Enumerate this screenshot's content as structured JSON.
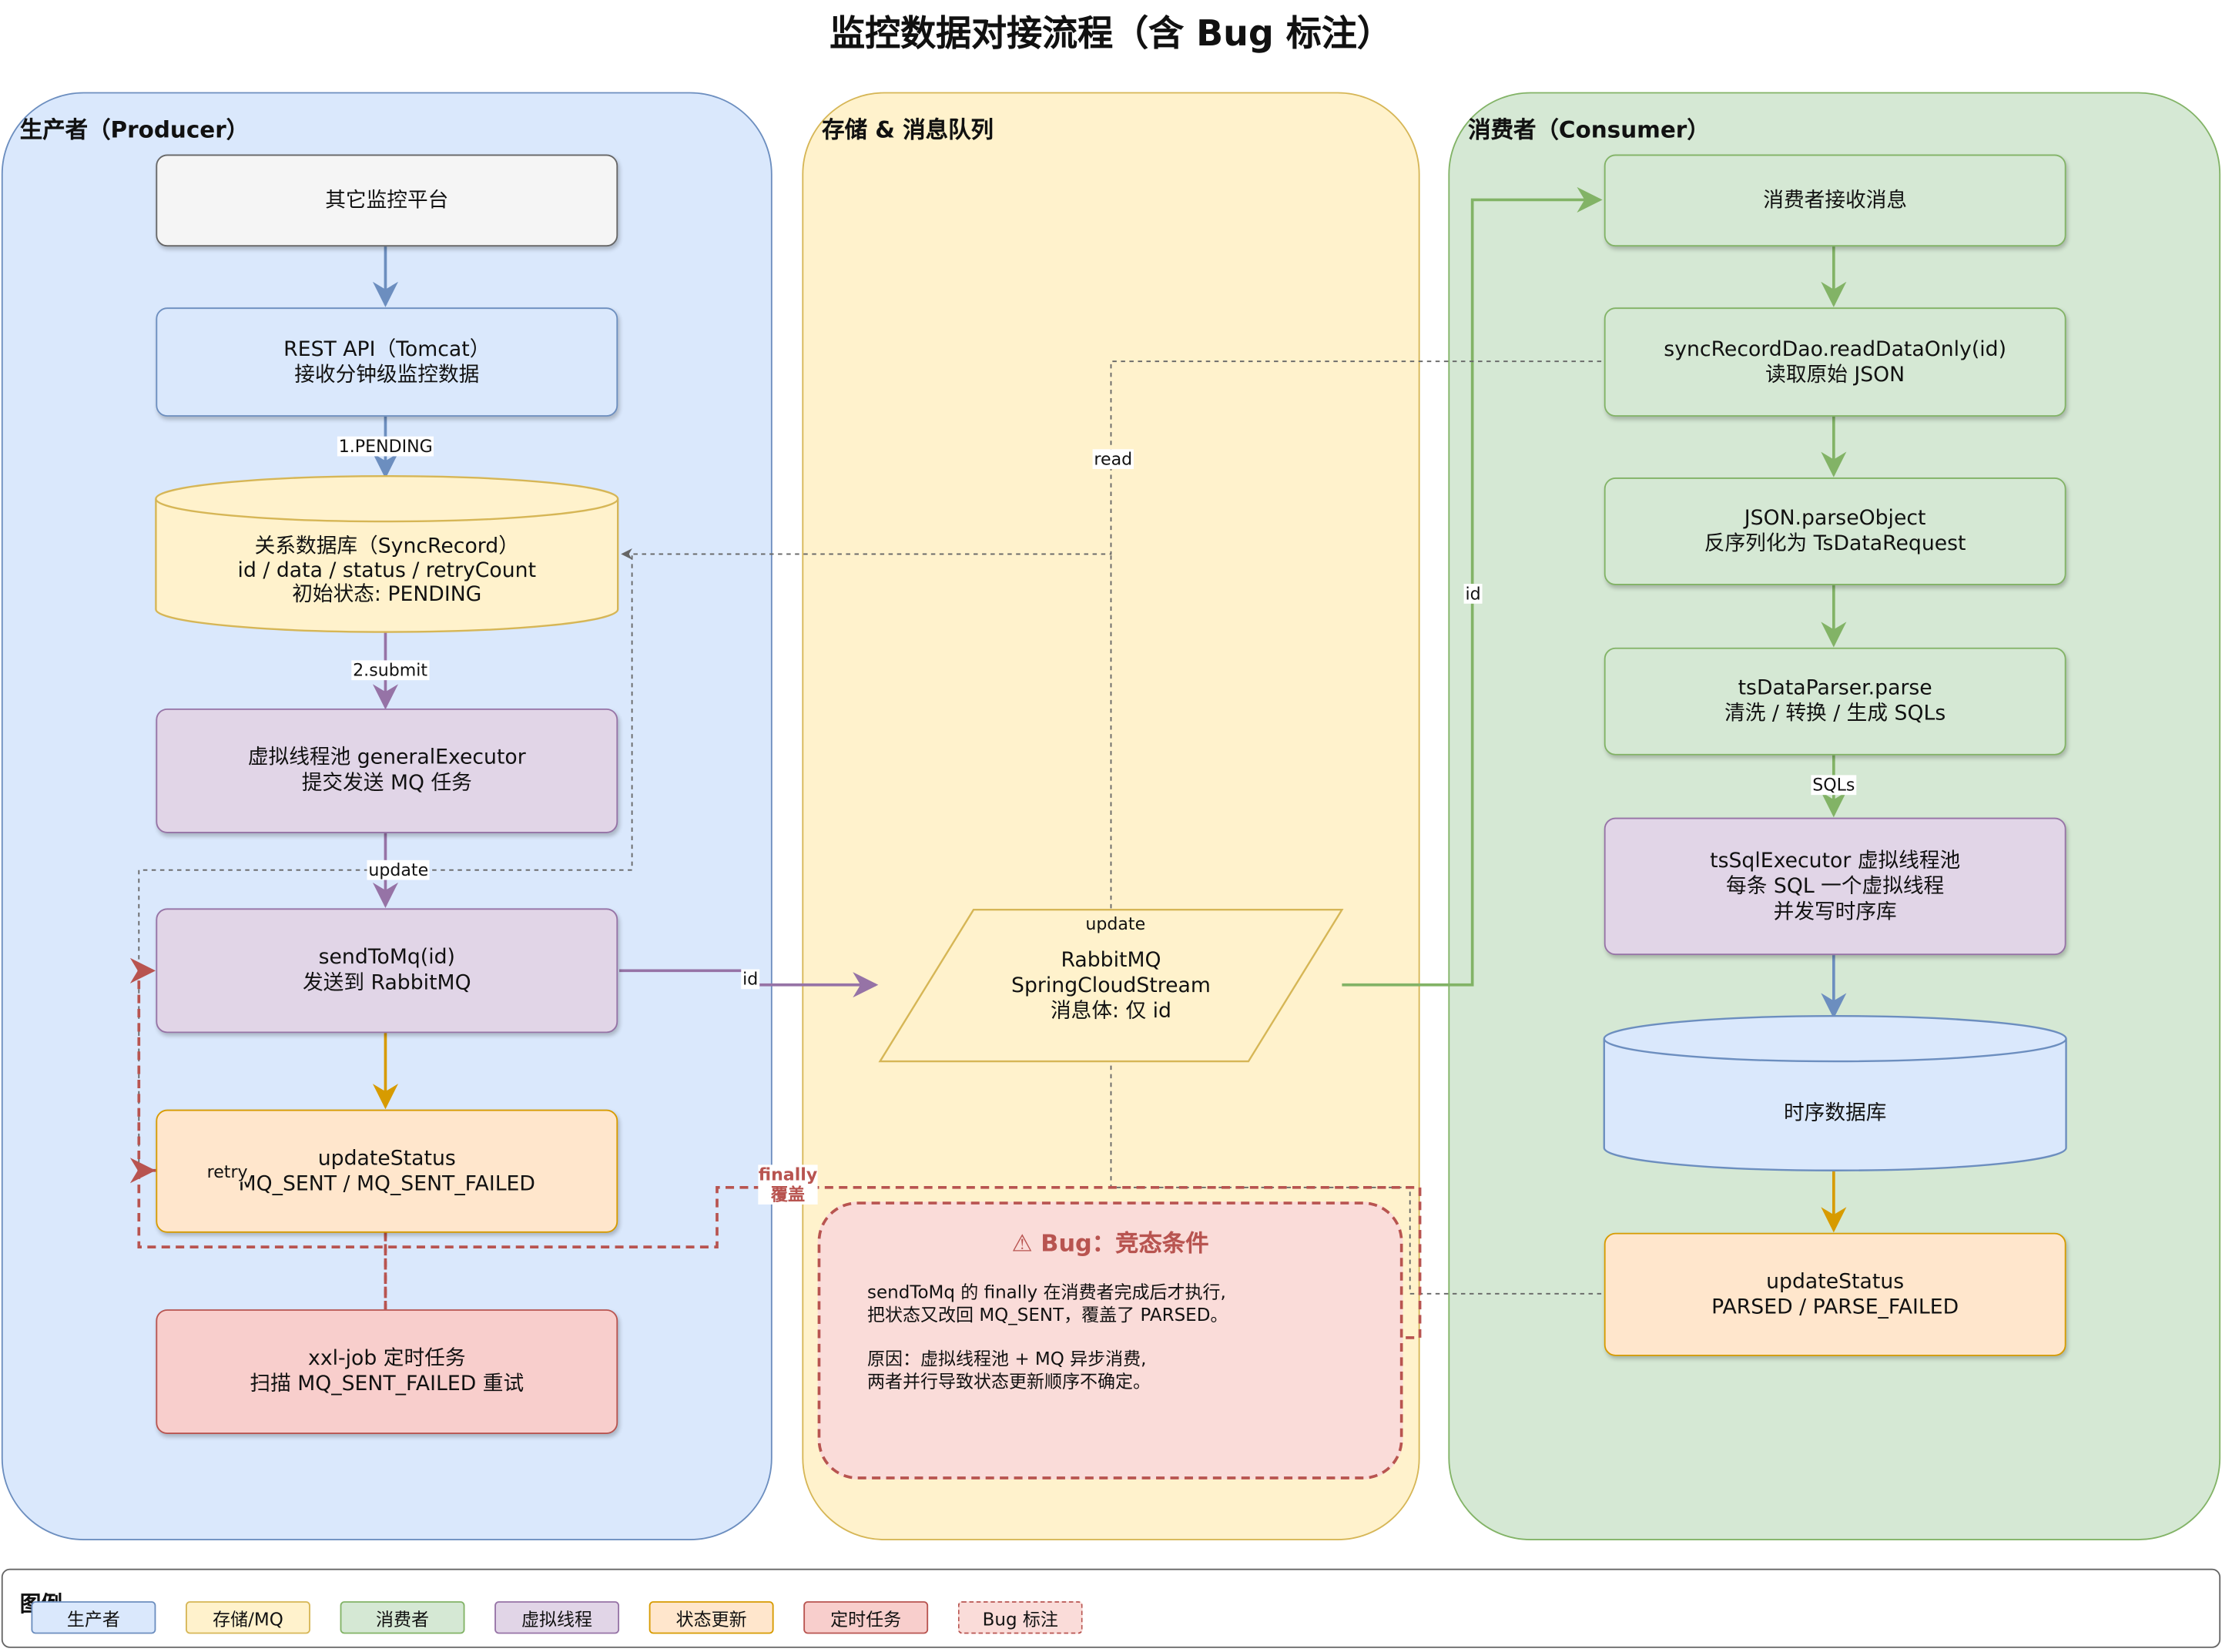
{
  "title": "监控数据对接流程（含 Bug 标注）",
  "colors": {
    "producer_fill": "#dae8fc",
    "producer_stroke": "#6c8ebf",
    "storage_fill": "#fff2cc",
    "storage_stroke": "#d6b656",
    "consumer_fill": "#d5e8d4",
    "consumer_stroke": "#82b366",
    "virtual_fill": "#e1d5e7",
    "virtual_stroke": "#9673a6",
    "status_fill": "#ffe6cc",
    "status_stroke": "#d79b00",
    "job_fill": "#f8cecc",
    "job_stroke": "#b85450",
    "bug_fill": "#fadcd9",
    "bug_stroke": "#b85450",
    "neutral_fill": "#f5f5f5",
    "neutral_stroke": "#666666"
  },
  "lanes": {
    "producer": "生产者（Producer）",
    "storage": "存储 & 消息队列",
    "consumer": "消费者（Consumer）"
  },
  "producer": {
    "platform": "其它监控平台",
    "rest_api": [
      "REST API（Tomcat）",
      "接收分钟级监控数据"
    ],
    "db": [
      "关系数据库（SyncRecord）",
      "id / data / status / retryCount",
      "初始状态: PENDING"
    ],
    "executor": [
      "虚拟线程池 generalExecutor",
      "提交发送 MQ 任务"
    ],
    "send": [
      "sendToMq(id)",
      "发送到 RabbitMQ"
    ],
    "update_status": [
      "updateStatus",
      "MQ_SENT / MQ_SENT_FAILED"
    ],
    "xxl_job": [
      "xxl-job 定时任务",
      "扫描 MQ_SENT_FAILED 重试"
    ]
  },
  "storage": {
    "mq": [
      "RabbitMQ",
      "SpringCloudStream",
      "消息体: 仅 id"
    ]
  },
  "consumer": {
    "receive": "消费者接收消息",
    "read_data": [
      "syncRecordDao.readDataOnly(id)",
      "读取原始 JSON"
    ],
    "parse_object": [
      "JSON.parseObject",
      "反序列化为 TsDataRequest"
    ],
    "parser": [
      "tsDataParser.parse",
      "清洗 / 转换 / 生成 SQLs"
    ],
    "sql_executor": [
      "tsSqlExecutor 虚拟线程池",
      "每条 SQL 一个虚拟线程",
      "并发写时序库"
    ],
    "ts_db": "时序数据库",
    "update_status": [
      "updateStatus",
      "PARSED / PARSE_FAILED"
    ]
  },
  "edge_labels": {
    "pending": "1.PENDING",
    "submit": "2.submit",
    "update_left": "update",
    "id_to_mq": "id",
    "id_to_consumer": "id",
    "read": "read",
    "update_mq": "update",
    "sqls": "SQLs",
    "retry": "retry",
    "finally": [
      "finally",
      "覆盖"
    ]
  },
  "bug": {
    "title": "⚠ Bug：竞态条件",
    "lines": [
      "sendToMq 的 finally 在消费者完成后才执行,",
      "把状态又改回 MQ_SENT，覆盖了 PARSED。"
    ],
    "cause_lines": [
      "原因：虚拟线程池 + MQ 异步消费,",
      "两者并行导致状态更新顺序不确定。"
    ]
  },
  "legend": {
    "title": "图例",
    "items": [
      "生产者",
      "存储/MQ",
      "消费者",
      "虚拟线程",
      "状态更新",
      "定时任务",
      "Bug 标注"
    ]
  }
}
